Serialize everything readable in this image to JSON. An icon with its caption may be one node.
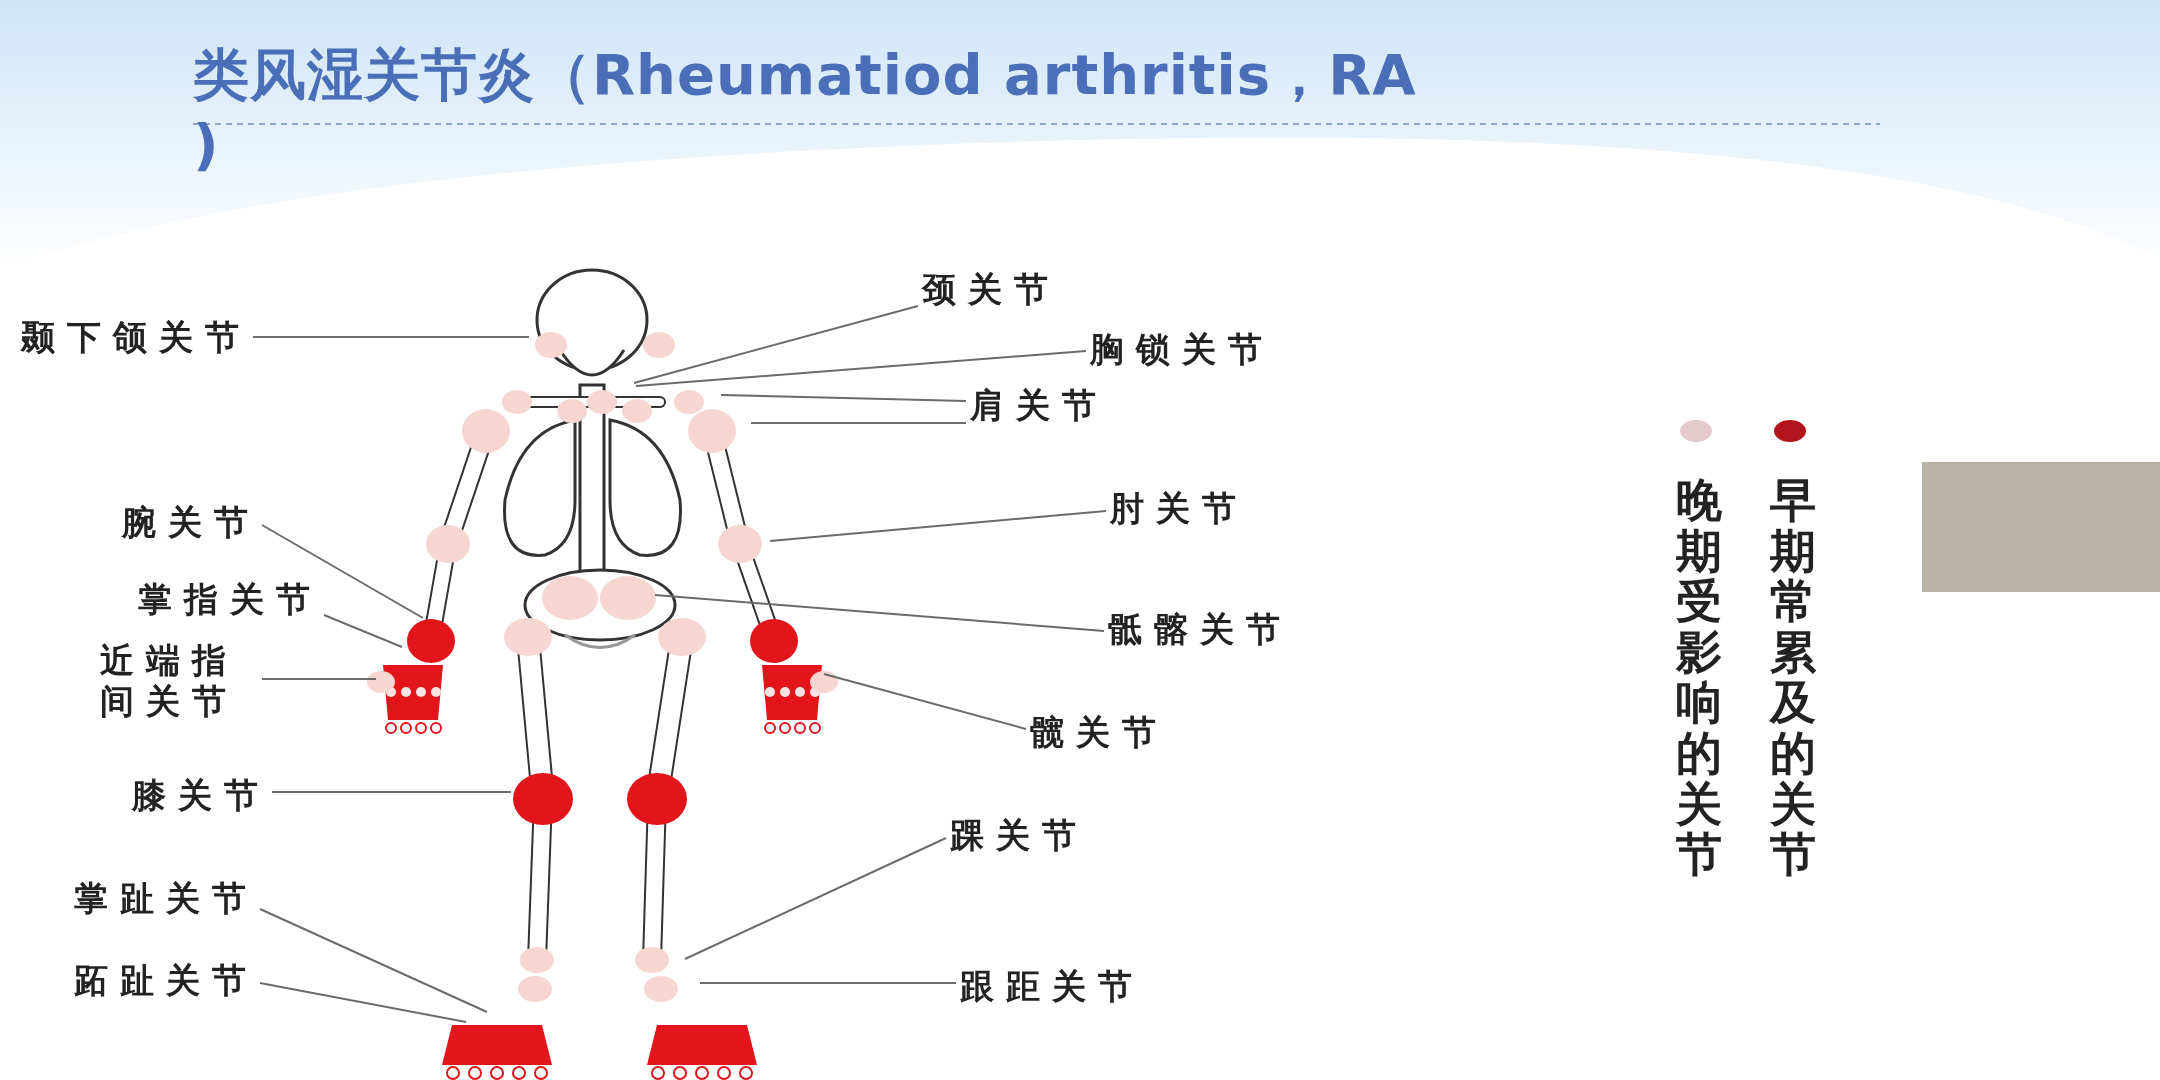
{
  "diagram": {
    "title": "类风湿关节炎（Rheumatiod arthritis，RA )",
    "nodes": [
      {
        "text": [
          "颞下颌关节"
        ]
      },
      {
        "text": [
          "颈关节"
        ]
      },
      {
        "text": [
          "胸锁关节"
        ]
      },
      {
        "text": [
          "肩关节"
        ]
      },
      {
        "text": [
          "腕关节"
        ]
      },
      {
        "text": [
          "肘关节"
        ]
      },
      {
        "text": [
          "掌指关节"
        ]
      },
      {
        "text": [
          "近端指间关节"
        ]
      },
      {
        "text": [
          "骶髂关节"
        ]
      },
      {
        "text": [
          "髋关节"
        ]
      },
      {
        "text": [
          "膝关节"
        ]
      },
      {
        "text": [
          "踝关节"
        ]
      },
      {
        "text": [
          "掌趾关节"
        ]
      },
      {
        "text": [
          "跖趾关节"
        ]
      },
      {
        "text": [
          "跟距关节"
        ]
      }
    ],
    "edges": [
      {
        "from": 0,
        "to": null,
        "arrow": "none"
      },
      {
        "from": 1,
        "to": null,
        "arrow": "none"
      },
      {
        "from": 2,
        "to": null,
        "arrow": "none"
      },
      {
        "from": 3,
        "to": null,
        "arrow": "none"
      },
      {
        "from": 3,
        "to": null,
        "arrow": "none"
      },
      {
        "from": 4,
        "to": null,
        "arrow": "none"
      },
      {
        "from": 5,
        "to": null,
        "arrow": "none"
      },
      {
        "from": 6,
        "to": null,
        "arrow": "none"
      },
      {
        "from": 7,
        "to": null,
        "arrow": "none"
      },
      {
        "from": 8,
        "to": null,
        "arrow": "none"
      },
      {
        "from": 9,
        "to": null,
        "arrow": "none"
      },
      {
        "from": 10,
        "to": null,
        "arrow": "none"
      },
      {
        "from": 11,
        "to": null,
        "arrow": "none"
      },
      {
        "from": 12,
        "to": null,
        "arrow": "none"
      },
      {
        "from": 13,
        "to": null,
        "arrow": "none"
      },
      {
        "from": 14,
        "to": null,
        "arrow": "none"
      }
    ],
    "legend": [
      {
        "text": "晚期受影响的关节",
        "color": "#e6c9cc"
      },
      {
        "text": "早期常累及的关节",
        "color": "#b3141c"
      }
    ]
  }
}
